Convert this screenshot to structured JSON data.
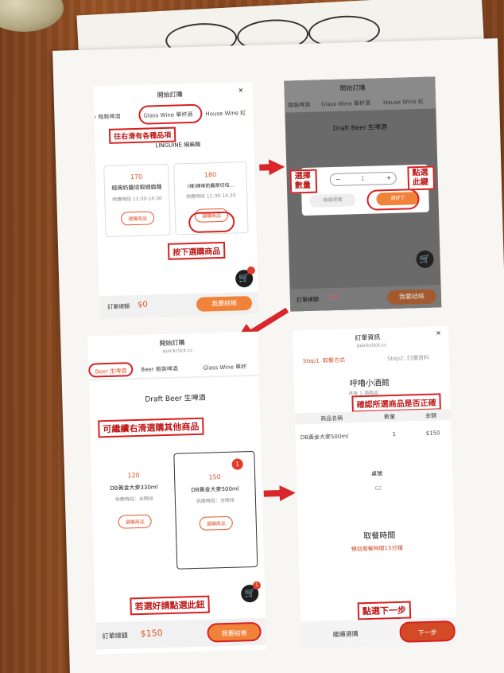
{
  "p1": {
    "title": "開始訂購",
    "close": "✕",
    "tabs": [
      "‹ 瓶裝啤酒",
      "Glass Wine 單杯酒",
      "House Wine 紅"
    ],
    "section": "LINGUINE 細扁麵",
    "callout_scroll": "往右滑有各種品項",
    "items": [
      {
        "price": "170",
        "name": "經典奶醬培根細扁麵",
        "time": "供應時段 11:30-14:30",
        "button": "選購商品"
      },
      {
        "price": "180",
        "name": "(辣)辣味奶醬厚切培...",
        "time": "供應時段 11:30-14:30",
        "button": "選購商品"
      }
    ],
    "callout_select": "按下選購商品",
    "total_label": "訂單總額",
    "total": "$0",
    "checkout": "我要結帳"
  },
  "p2": {
    "title": "開始訂購",
    "tabs": [
      "瓶裝啤酒",
      "Glass Wine 單杯酒",
      "House Wine 紅"
    ],
    "section": "Draft Beer 生啤酒",
    "minus": "−",
    "qty": "1",
    "plus": "+",
    "cancel": "繼續選購",
    "confirm": "選好了",
    "callout_qty": "選擇數量",
    "callout_click": "點選此鍵",
    "total_label": "訂單總額",
    "total": "$0",
    "checkout": "我要結帳"
  },
  "p3": {
    "title": "開始訂購",
    "subtitle": "quickclick.cc",
    "tabs": [
      "Beer 生啤酒",
      "Beer 瓶裝啤酒",
      "Glass Wine 單杯"
    ],
    "section": "Draft Beer 生啤酒",
    "callout_more": "可繼續右滑選購其他商品",
    "items": [
      {
        "price": "120",
        "name": "DB黃金大麥330ml",
        "time": "供應時段：全時段",
        "button": "選購商品"
      },
      {
        "price": "150",
        "name": "DB黃金大麥500ml",
        "time": "供應時段：全時段",
        "button": "選購商品",
        "badge": "1"
      }
    ],
    "callout_checkout": "若選好請點選此鈕",
    "total_label": "訂單總額",
    "total": "$150",
    "checkout": "我要結帳",
    "cart_badge": "1"
  },
  "p4": {
    "title": "訂單資訊",
    "subtitle": "quickclick.cc",
    "close": "✕",
    "step1": "Step1. 取餐方式",
    "step2": "Step2. 訂購資料",
    "shop": "呼嚕小酒館",
    "count_text": "共有 1 項商品",
    "callout_confirm": "確認所選商品是否正確",
    "headers": [
      "商品名稱",
      "數量",
      "金額"
    ],
    "row": {
      "name": "DB黃金大麥500ml",
      "qty": "1",
      "amount": "$150"
    },
    "table_label": "桌號",
    "table_value": "G2",
    "pickup_title": "取餐時間",
    "pickup_note": "預估做餐時間15分鐘",
    "callout_next": "點選下一步",
    "continue": "繼續選購",
    "next": "下一步"
  }
}
